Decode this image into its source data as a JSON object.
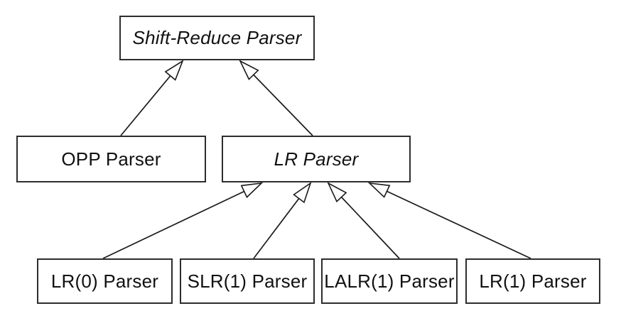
{
  "diagram": {
    "type": "uml-class-hierarchy",
    "background": "#ffffff",
    "box_border_color": "#2d2d2d",
    "text_color": "#111111",
    "arrow_color": "#1a1a1a",
    "arrowhead_style": "hollow-triangle",
    "nodes": [
      {
        "id": "shift_reduce",
        "label": "Shift-Reduce Parser",
        "italic": true
      },
      {
        "id": "opp",
        "label": "OPP Parser",
        "italic": false
      },
      {
        "id": "lr",
        "label": "LR Parser",
        "italic": true
      },
      {
        "id": "lr0",
        "label": "LR(0) Parser",
        "italic": false
      },
      {
        "id": "slr1",
        "label": "SLR(1) Parser",
        "italic": false
      },
      {
        "id": "lalr1",
        "label": "LALR(1) Parser",
        "italic": false
      },
      {
        "id": "lr1",
        "label": "LR(1) Parser",
        "italic": false
      }
    ],
    "edges": [
      {
        "from": "opp",
        "to": "shift_reduce",
        "relation": "is-a"
      },
      {
        "from": "lr",
        "to": "shift_reduce",
        "relation": "is-a"
      },
      {
        "from": "lr0",
        "to": "lr",
        "relation": "is-a"
      },
      {
        "from": "slr1",
        "to": "lr",
        "relation": "is-a"
      },
      {
        "from": "lalr1",
        "to": "lr",
        "relation": "is-a"
      },
      {
        "from": "lr1",
        "to": "lr",
        "relation": "is-a"
      }
    ]
  }
}
